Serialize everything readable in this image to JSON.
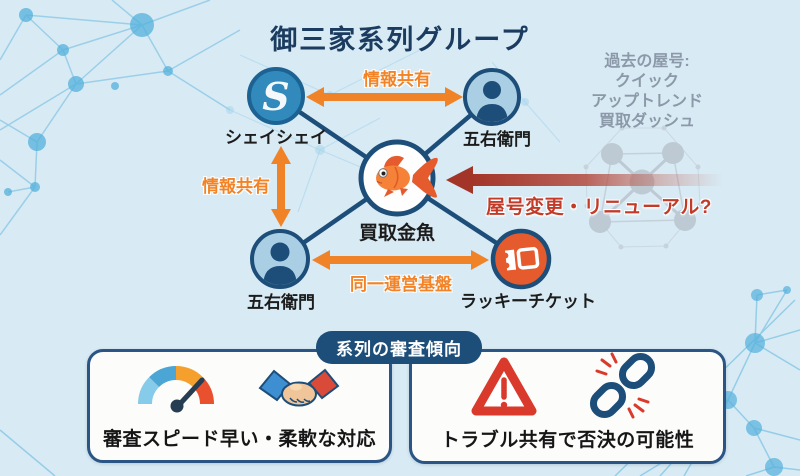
{
  "title": "御三家系列グループ",
  "network": {
    "nodes": {
      "center": {
        "label": "買取金魚"
      },
      "top_left": {
        "label": "シェイシェイ"
      },
      "top_right": {
        "label": "五右衛門"
      },
      "bottom_left": {
        "label": "五右衛門"
      },
      "bottom_right": {
        "label": "ラッキーチケット"
      }
    },
    "edges": {
      "top": "情報共有",
      "left": "情報共有",
      "bottom": "同一運営基盤"
    },
    "annotations": {
      "rename": "屋号変更・リニューアル?"
    }
  },
  "past_names": {
    "heading": "過去の屋号:",
    "items": [
      "クイック",
      "アップトレンド",
      "買取ダッシュ"
    ]
  },
  "review": {
    "badge": "系列の審査傾向",
    "positive": "審査スピード早い・柔軟な対応",
    "negative": "トラブル共有で否決の可能性"
  },
  "colors": {
    "background": "#d8eaf4",
    "navy": "#1d4e79",
    "node_blue": "#318abb",
    "node_light_blue": "#aacfe4",
    "ticket_orange": "#e55b2d",
    "arrow_orange": "#f08327",
    "warning_red": "#c23b28",
    "ghost_gray": "#b9c4ce"
  }
}
